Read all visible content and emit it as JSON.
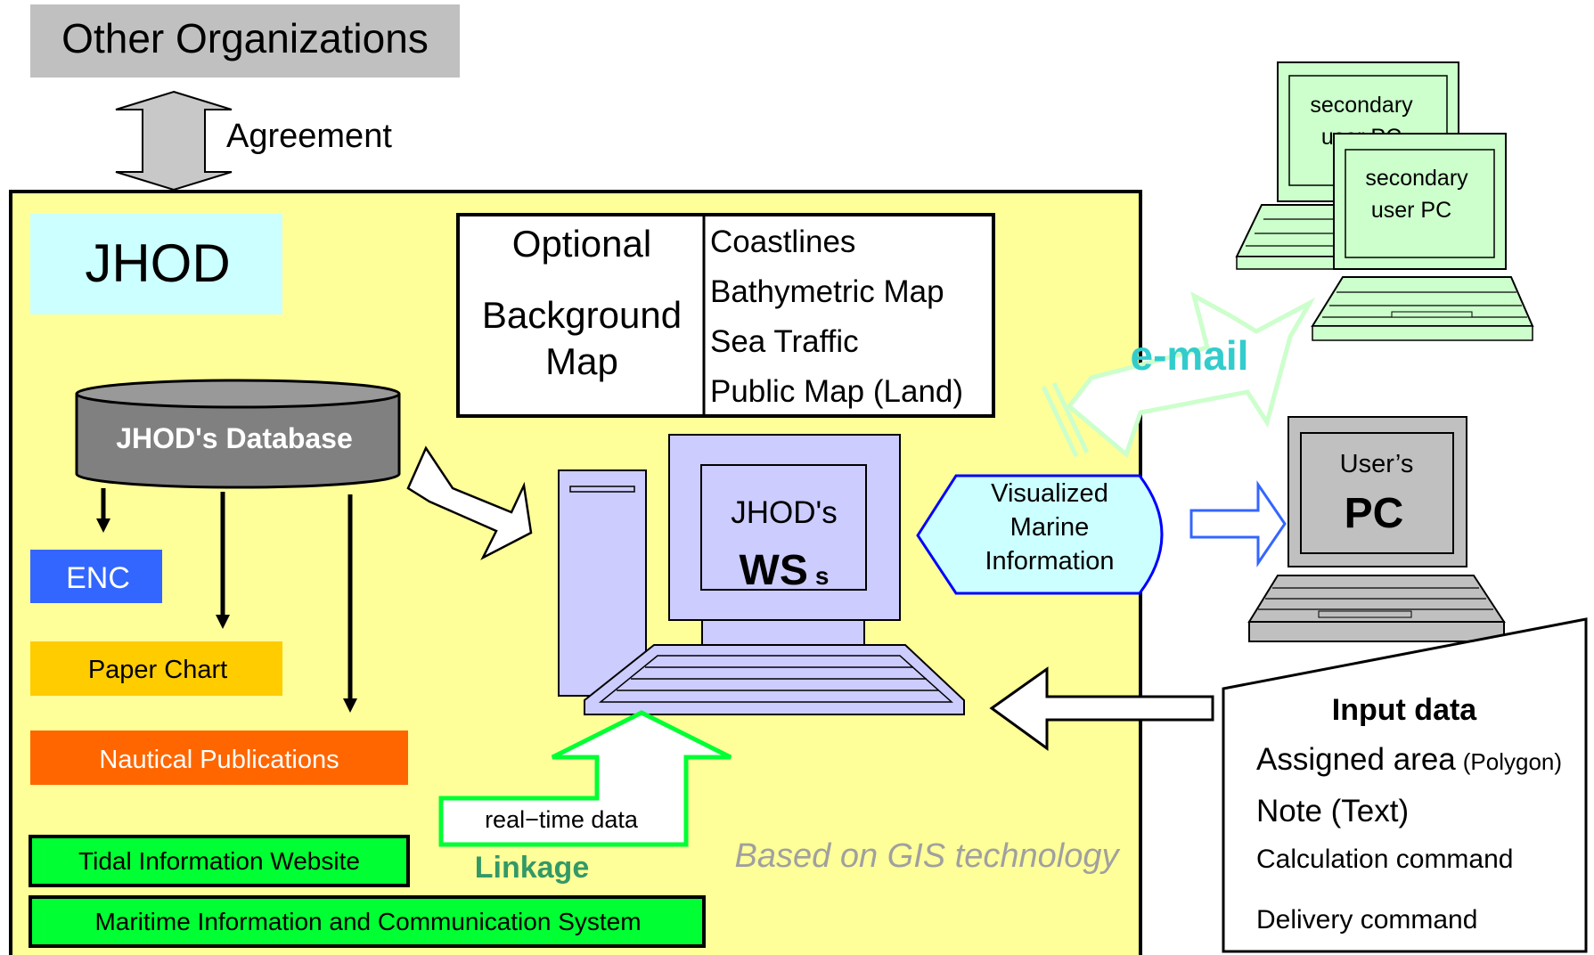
{
  "other_orgs": {
    "label": "Other Organizations"
  },
  "agreement": {
    "label": "Agreement"
  },
  "jhod_box": {
    "title": "JHOD",
    "gis_note": "Based on GIS technology"
  },
  "database": {
    "label": "JHOD's Database"
  },
  "products": {
    "enc": "ENC",
    "paper_chart": "Paper Chart",
    "nautical_pubs": "Nautical Publications",
    "tidal_site": "Tidal Information Website",
    "micsys": "Maritime Information and Communication System"
  },
  "background_map": {
    "title_lines": [
      "Optional",
      "Background",
      "Map"
    ],
    "items": [
      "Coastlines",
      "Bathymetric Map",
      "Sea Traffic",
      "Public Map (Land)"
    ]
  },
  "workstation": {
    "line1": "JHOD's",
    "big": "WS",
    "small": "s"
  },
  "linkage": {
    "arrow_label": "real−time data",
    "label": "Linkage"
  },
  "visualized": {
    "lines": [
      "Visualized",
      "Marine",
      "Information"
    ]
  },
  "email": {
    "label": "e-mail"
  },
  "secondary_pc_back": {
    "lines": [
      "secondary",
      "user PC"
    ]
  },
  "secondary_pc_front": {
    "lines": [
      "secondary",
      "user PC"
    ]
  },
  "users_pc": {
    "line1": "User’s",
    "line2": "PC"
  },
  "input_data": {
    "title": "Input data",
    "assigned": "Assigned area",
    "assigned_small": "(Polygon)",
    "note": "Note (Text)",
    "calc": "Calculation command",
    "delivery": "Delivery command"
  },
  "colors": {
    "jhod_bg": "#ffff99",
    "enc": "#3366ff",
    "paper": "#ffcc00",
    "nautical": "#ff6600",
    "green": "#00ff33",
    "ws": "#ccccff",
    "cyan_text": "#33cccc",
    "secondary_pc": "#ccffcc"
  }
}
